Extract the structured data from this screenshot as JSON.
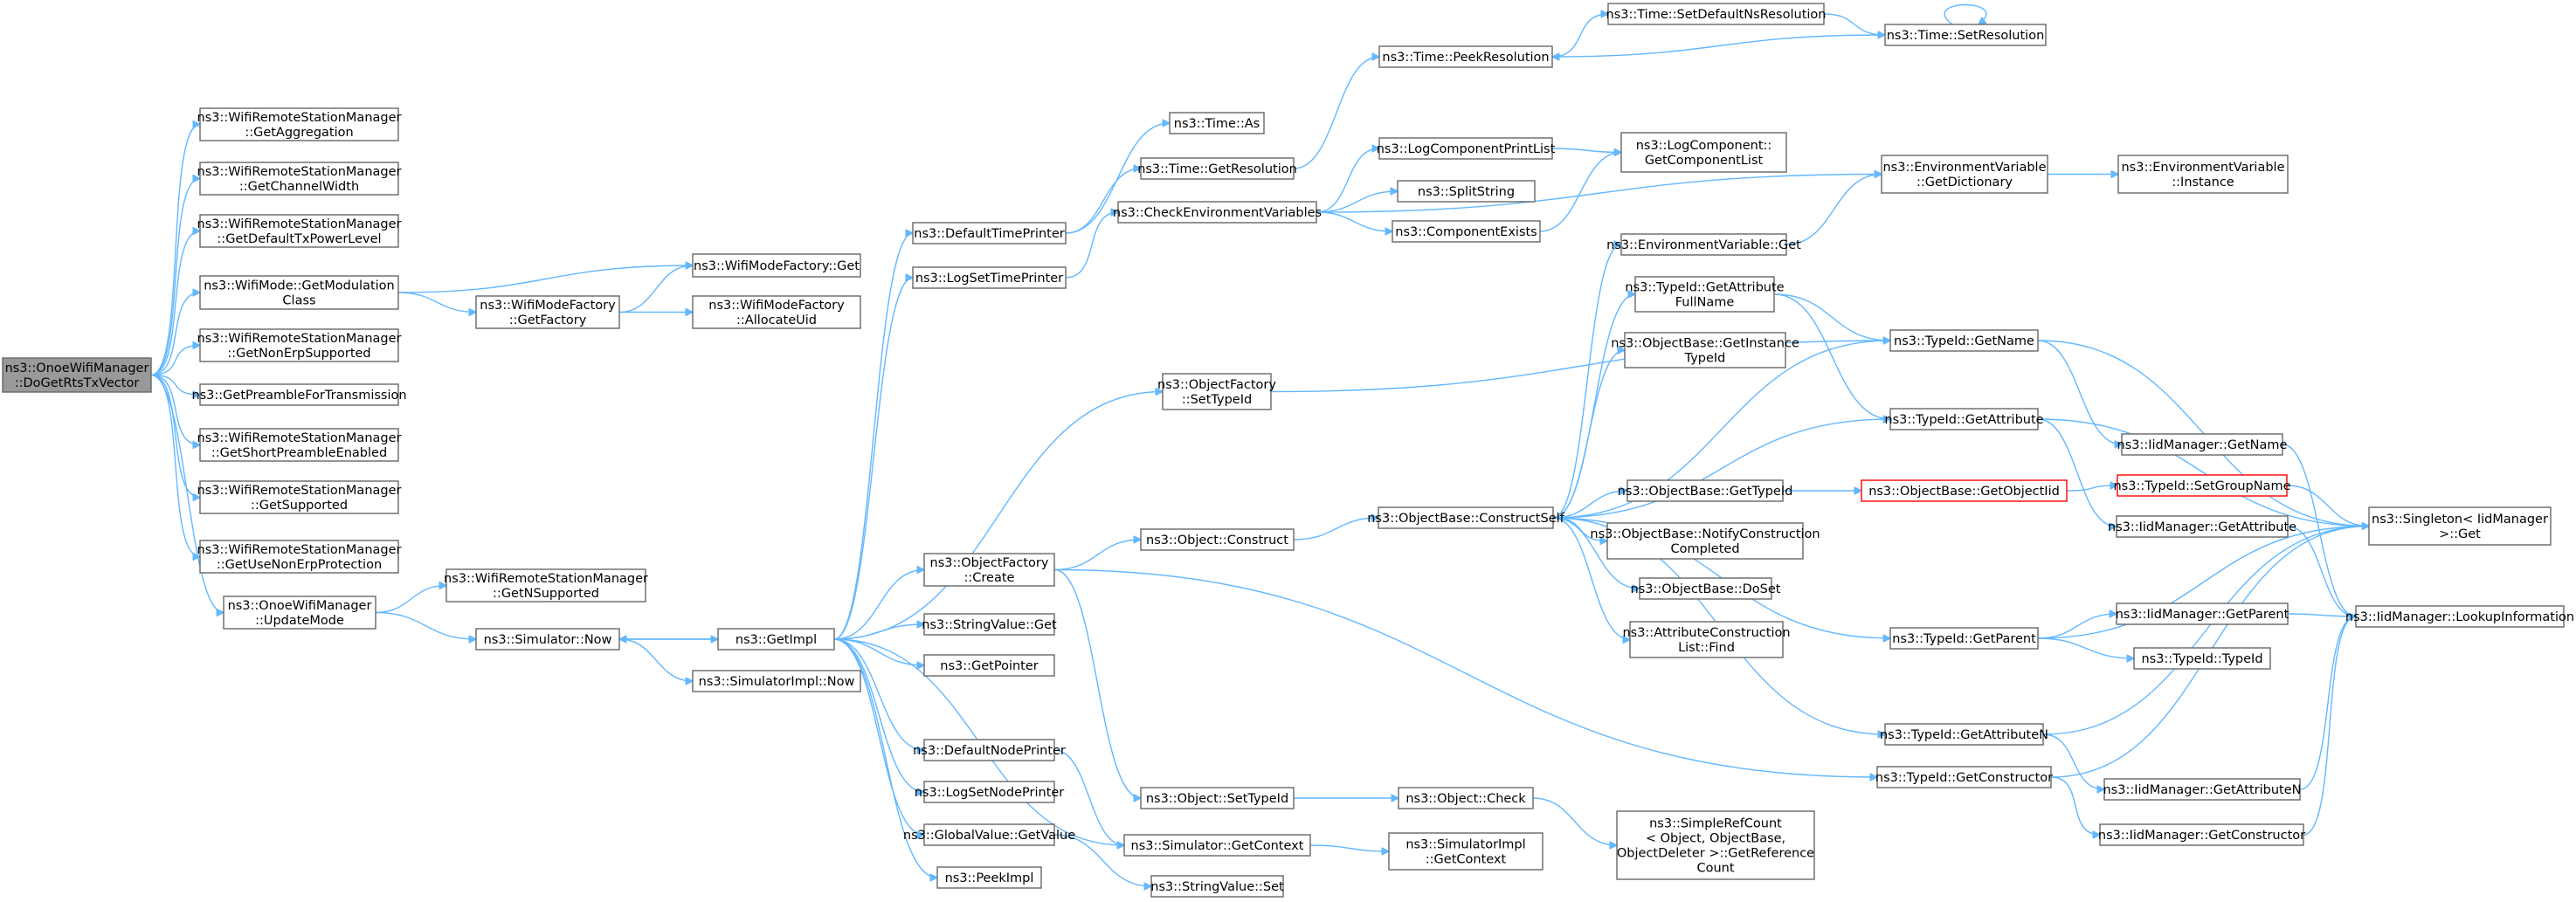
{
  "diagram": {
    "type": "call-graph",
    "colors": {
      "edge": "#63b8ff",
      "node_border": "#666666",
      "root_fill": "#999999",
      "highlight_border": "#ff0000"
    },
    "nodes": [
      {
        "id": "n0",
        "lines": [
          "ns3::OnoeWifiManager",
          "::DoGetRtsTxVector"
        ],
        "style": "root"
      },
      {
        "id": "n1",
        "lines": [
          "ns3::WifiRemoteStationManager",
          "::GetAggregation"
        ]
      },
      {
        "id": "n2",
        "lines": [
          "ns3::WifiRemoteStationManager",
          "::GetChannelWidth"
        ]
      },
      {
        "id": "n3",
        "lines": [
          "ns3::WifiRemoteStationManager",
          "::GetDefaultTxPowerLevel"
        ]
      },
      {
        "id": "n4",
        "lines": [
          "ns3::WifiMode::GetModulation",
          "Class"
        ]
      },
      {
        "id": "n5",
        "lines": [
          "ns3::WifiRemoteStationManager",
          "::GetNonErpSupported"
        ]
      },
      {
        "id": "n6",
        "lines": [
          "ns3::GetPreambleForTransmission"
        ]
      },
      {
        "id": "n7",
        "lines": [
          "ns3::WifiRemoteStationManager",
          "::GetShortPreambleEnabled"
        ]
      },
      {
        "id": "n8",
        "lines": [
          "ns3::WifiRemoteStationManager",
          "::GetSupported"
        ]
      },
      {
        "id": "n9",
        "lines": [
          "ns3::WifiRemoteStationManager",
          "::GetUseNonErpProtection"
        ]
      },
      {
        "id": "n10",
        "lines": [
          "ns3::OnoeWifiManager",
          "::UpdateMode"
        ]
      },
      {
        "id": "n11",
        "lines": [
          "ns3::WifiModeFactory::Get"
        ]
      },
      {
        "id": "n12",
        "lines": [
          "ns3::WifiModeFactory",
          "::GetFactory"
        ]
      },
      {
        "id": "n13",
        "lines": [
          "ns3::WifiModeFactory",
          "::AllocateUid"
        ]
      },
      {
        "id": "n14",
        "lines": [
          "ns3::WifiRemoteStationManager",
          "::GetNSupported"
        ]
      },
      {
        "id": "n15",
        "lines": [
          "ns3::Simulator::Now"
        ]
      },
      {
        "id": "n16",
        "lines": [
          "ns3::SimulatorImpl::Now"
        ]
      },
      {
        "id": "n17",
        "lines": [
          "ns3::GetImpl"
        ]
      },
      {
        "id": "n18",
        "lines": [
          "ns3::DefaultTimePrinter"
        ]
      },
      {
        "id": "n19",
        "lines": [
          "ns3::LogSetTimePrinter"
        ]
      },
      {
        "id": "n20",
        "lines": [
          "ns3::ObjectFactory",
          "::Create"
        ]
      },
      {
        "id": "n21",
        "lines": [
          "ns3::StringValue::Get"
        ]
      },
      {
        "id": "n22",
        "lines": [
          "ns3::GetPointer"
        ]
      },
      {
        "id": "n23",
        "lines": [
          "ns3::DefaultNodePrinter"
        ]
      },
      {
        "id": "n24",
        "lines": [
          "ns3::LogSetNodePrinter"
        ]
      },
      {
        "id": "n25",
        "lines": [
          "ns3::GlobalValue::GetValue"
        ]
      },
      {
        "id": "n26",
        "lines": [
          "ns3::PeekImpl"
        ]
      },
      {
        "id": "n27",
        "lines": [
          "ns3::Time::As"
        ]
      },
      {
        "id": "n28",
        "lines": [
          "ns3::Time::GetResolution"
        ]
      },
      {
        "id": "n29",
        "lines": [
          "ns3::CheckEnvironmentVariables"
        ]
      },
      {
        "id": "n30",
        "lines": [
          "ns3::ObjectFactory",
          "::SetTypeId"
        ]
      },
      {
        "id": "n31",
        "lines": [
          "ns3::Object::Construct"
        ]
      },
      {
        "id": "n32",
        "lines": [
          "ns3::Object::SetTypeId"
        ]
      },
      {
        "id": "n33",
        "lines": [
          "ns3::Simulator::GetContext"
        ]
      },
      {
        "id": "n34",
        "lines": [
          "ns3::StringValue::Set"
        ]
      },
      {
        "id": "n35",
        "lines": [
          "ns3::Time::PeekResolution"
        ]
      },
      {
        "id": "n36",
        "lines": [
          "ns3::Time::SetDefaultNsResolution"
        ]
      },
      {
        "id": "n37",
        "lines": [
          "ns3::Time::SetResolution"
        ]
      },
      {
        "id": "n38",
        "lines": [
          "ns3::LogComponentPrintList"
        ]
      },
      {
        "id": "n39",
        "lines": [
          "ns3::SplitString"
        ]
      },
      {
        "id": "n40",
        "lines": [
          "ns3::ComponentExists"
        ]
      },
      {
        "id": "n41",
        "lines": [
          "ns3::LogComponent::",
          "GetComponentList"
        ]
      },
      {
        "id": "n42",
        "lines": [
          "ns3::ObjectBase::ConstructSelf"
        ]
      },
      {
        "id": "n43",
        "lines": [
          "ns3::Object::Check"
        ]
      },
      {
        "id": "n44",
        "lines": [
          "ns3::SimulatorImpl",
          "::GetContext"
        ]
      },
      {
        "id": "n45",
        "lines": [
          "ns3::SimpleRefCount",
          "< Object, ObjectBase,",
          "ObjectDeleter >::GetReference",
          "Count"
        ]
      },
      {
        "id": "n46",
        "lines": [
          "ns3::EnvironmentVariable",
          "::GetDictionary"
        ]
      },
      {
        "id": "n47",
        "lines": [
          "ns3::EnvironmentVariable",
          "::Instance"
        ]
      },
      {
        "id": "n48",
        "lines": [
          "ns3::EnvironmentVariable::Get"
        ]
      },
      {
        "id": "n49",
        "lines": [
          "ns3::TypeId::GetAttribute",
          "FullName"
        ]
      },
      {
        "id": "n50",
        "lines": [
          "ns3::ObjectBase::GetInstance",
          "TypeId"
        ]
      },
      {
        "id": "n51",
        "lines": [
          "ns3::ObjectBase::GetTypeId"
        ]
      },
      {
        "id": "n52",
        "lines": [
          "ns3::ObjectBase::NotifyConstruction",
          "Completed"
        ]
      },
      {
        "id": "n53",
        "lines": [
          "ns3::ObjectBase::DoSet"
        ]
      },
      {
        "id": "n54",
        "lines": [
          "ns3::AttributeConstruction",
          "List::Find"
        ]
      },
      {
        "id": "n55",
        "lines": [
          "ns3::TypeId::GetName"
        ]
      },
      {
        "id": "n56",
        "lines": [
          "ns3::TypeId::GetAttribute"
        ]
      },
      {
        "id": "n57",
        "lines": [
          "ns3::ObjectBase::GetObjectIid"
        ],
        "style": "red"
      },
      {
        "id": "n58",
        "lines": [
          "ns3::TypeId::GetParent"
        ]
      },
      {
        "id": "n59",
        "lines": [
          "ns3::TypeId::GetAttributeN"
        ]
      },
      {
        "id": "n60",
        "lines": [
          "ns3::TypeId::GetConstructor"
        ]
      },
      {
        "id": "n61",
        "lines": [
          "ns3::IidManager::GetName"
        ]
      },
      {
        "id": "n62",
        "lines": [
          "ns3::TypeId::SetGroupName"
        ],
        "style": "red"
      },
      {
        "id": "n63",
        "lines": [
          "ns3::IidManager::GetAttribute"
        ]
      },
      {
        "id": "n64",
        "lines": [
          "ns3::IidManager::GetParent"
        ]
      },
      {
        "id": "n65",
        "lines": [
          "ns3::TypeId::TypeId"
        ]
      },
      {
        "id": "n66",
        "lines": [
          "ns3::IidManager::GetAttributeN"
        ]
      },
      {
        "id": "n67",
        "lines": [
          "ns3::IidManager::GetConstructor"
        ]
      },
      {
        "id": "n68",
        "lines": [
          "ns3::Singleton< IidManager",
          " >::Get"
        ]
      },
      {
        "id": "n69",
        "lines": [
          "ns3::IidManager::LookupInformation"
        ]
      }
    ],
    "edges": [
      [
        "n0",
        "n1"
      ],
      [
        "n0",
        "n2"
      ],
      [
        "n0",
        "n3"
      ],
      [
        "n0",
        "n4"
      ],
      [
        "n0",
        "n5"
      ],
      [
        "n0",
        "n6"
      ],
      [
        "n0",
        "n7"
      ],
      [
        "n0",
        "n8"
      ],
      [
        "n0",
        "n9"
      ],
      [
        "n0",
        "n10"
      ],
      [
        "n4",
        "n11"
      ],
      [
        "n4",
        "n12"
      ],
      [
        "n12",
        "n11"
      ],
      [
        "n12",
        "n13"
      ],
      [
        "n10",
        "n14"
      ],
      [
        "n10",
        "n15"
      ],
      [
        "n15",
        "n16"
      ],
      [
        "n15",
        "n17"
      ],
      [
        "n17",
        "n15"
      ],
      [
        "n17",
        "n18"
      ],
      [
        "n17",
        "n19"
      ],
      [
        "n17",
        "n20"
      ],
      [
        "n17",
        "n21"
      ],
      [
        "n17",
        "n22"
      ],
      [
        "n17",
        "n23"
      ],
      [
        "n17",
        "n24"
      ],
      [
        "n17",
        "n25"
      ],
      [
        "n17",
        "n26"
      ],
      [
        "n17",
        "n30"
      ],
      [
        "n17",
        "n33"
      ],
      [
        "n18",
        "n27"
      ],
      [
        "n18",
        "n28"
      ],
      [
        "n19",
        "n29"
      ],
      [
        "n28",
        "n35"
      ],
      [
        "n35",
        "n36"
      ],
      [
        "n36",
        "n37"
      ],
      [
        "n37",
        "n35"
      ],
      [
        "n37",
        "n37"
      ],
      [
        "n29",
        "n38"
      ],
      [
        "n29",
        "n39"
      ],
      [
        "n29",
        "n40"
      ],
      [
        "n29",
        "n46"
      ],
      [
        "n38",
        "n41"
      ],
      [
        "n40",
        "n41"
      ],
      [
        "n30",
        "n55"
      ],
      [
        "n20",
        "n31"
      ],
      [
        "n20",
        "n32"
      ],
      [
        "n20",
        "n60"
      ],
      [
        "n31",
        "n42"
      ],
      [
        "n32",
        "n43"
      ],
      [
        "n43",
        "n45"
      ],
      [
        "n23",
        "n33"
      ],
      [
        "n33",
        "n44"
      ],
      [
        "n25",
        "n34"
      ],
      [
        "n42",
        "n48"
      ],
      [
        "n42",
        "n49"
      ],
      [
        "n42",
        "n50"
      ],
      [
        "n42",
        "n51"
      ],
      [
        "n42",
        "n52"
      ],
      [
        "n42",
        "n53"
      ],
      [
        "n42",
        "n54"
      ],
      [
        "n42",
        "n55"
      ],
      [
        "n42",
        "n56"
      ],
      [
        "n42",
        "n58"
      ],
      [
        "n42",
        "n59"
      ],
      [
        "n48",
        "n46"
      ],
      [
        "n46",
        "n47"
      ],
      [
        "n49",
        "n55"
      ],
      [
        "n49",
        "n56"
      ],
      [
        "n51",
        "n57"
      ],
      [
        "n57",
        "n62"
      ],
      [
        "n55",
        "n61"
      ],
      [
        "n55",
        "n68"
      ],
      [
        "n56",
        "n63"
      ],
      [
        "n56",
        "n68"
      ],
      [
        "n61",
        "n69"
      ],
      [
        "n62",
        "n68"
      ],
      [
        "n63",
        "n69"
      ],
      [
        "n58",
        "n64"
      ],
      [
        "n58",
        "n65"
      ],
      [
        "n58",
        "n68"
      ],
      [
        "n64",
        "n69"
      ],
      [
        "n59",
        "n66"
      ],
      [
        "n59",
        "n68"
      ],
      [
        "n66",
        "n69"
      ],
      [
        "n60",
        "n67"
      ],
      [
        "n60",
        "n68"
      ],
      [
        "n67",
        "n69"
      ]
    ]
  }
}
